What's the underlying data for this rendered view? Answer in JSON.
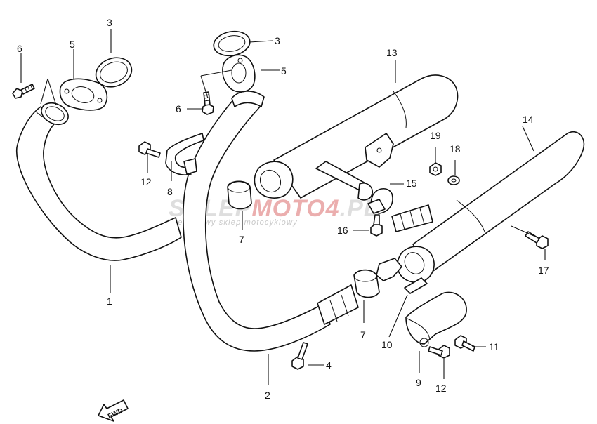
{
  "watermark": {
    "brand_grey": "SKLEP",
    "brand_red": "MOTO4",
    "brand_tail": ".PL",
    "tagline": "internetowy sklep motocyklowy",
    "red_color": "#e8a0a0",
    "grey_color": "#d9d9d9"
  },
  "fwd_label": "FWD",
  "callouts": {
    "c1": "1",
    "c2": "2",
    "c3a": "3",
    "c3b": "3",
    "c4": "4",
    "c5a": "5",
    "c5b": "5",
    "c6a": "6",
    "c6b": "6",
    "c7a": "7",
    "c7b": "7",
    "c8": "8",
    "c9": "9",
    "c10": "10",
    "c11": "11",
    "c12a": "12",
    "c12b": "12",
    "c13": "13",
    "c14": "14",
    "c15": "15",
    "c16": "16",
    "c17": "17",
    "c18": "18",
    "c19": "19"
  }
}
